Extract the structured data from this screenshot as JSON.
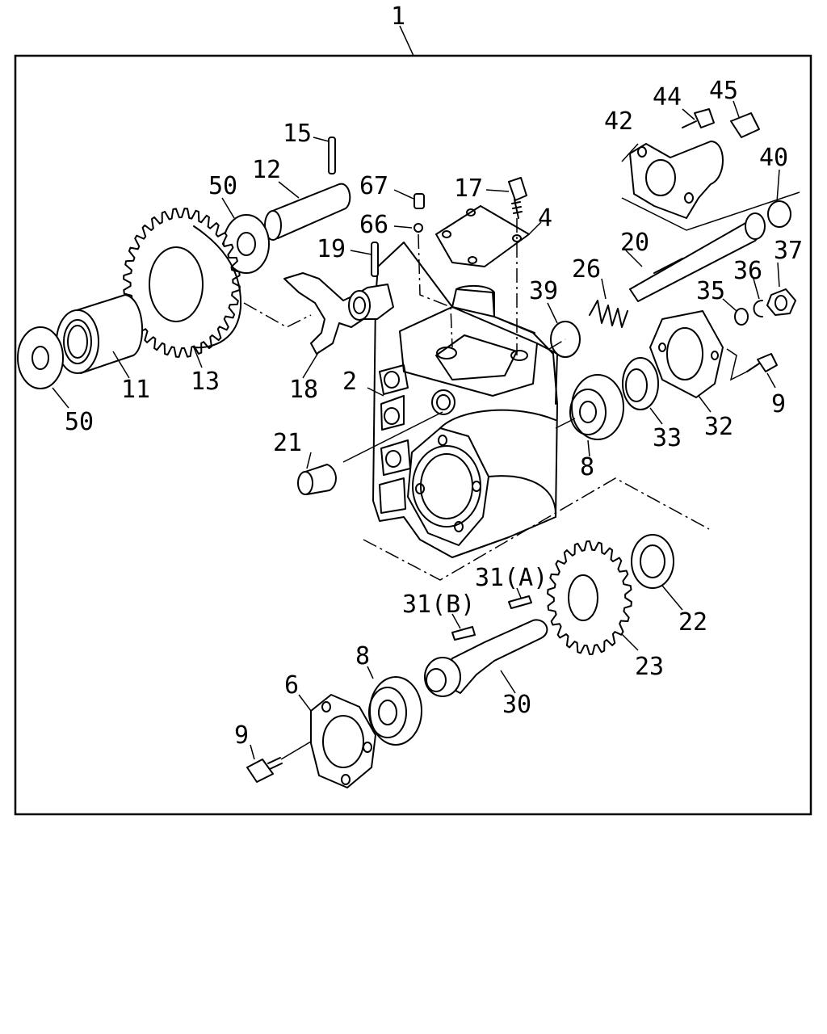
{
  "assembly_label": "1",
  "labels": {
    "l2": "2",
    "l4": "4",
    "l6": "6",
    "l8a": "8",
    "l8b": "8",
    "l9a": "9",
    "l9b": "9",
    "l11": "11",
    "l12": "12",
    "l13": "13",
    "l15": "15",
    "l17": "17",
    "l18": "18",
    "l19": "19",
    "l20": "20",
    "l21": "21",
    "l22": "22",
    "l23": "23",
    "l26": "26",
    "l30": "30",
    "l31a": "31(A)",
    "l31b": "31(B)",
    "l32": "32",
    "l33": "33",
    "l35": "35",
    "l36": "36",
    "l37": "37",
    "l39": "39",
    "l40": "40",
    "l42": "42",
    "l44": "44",
    "l45": "45",
    "l50a": "50",
    "l50b": "50",
    "l66": "66",
    "l67": "67"
  }
}
